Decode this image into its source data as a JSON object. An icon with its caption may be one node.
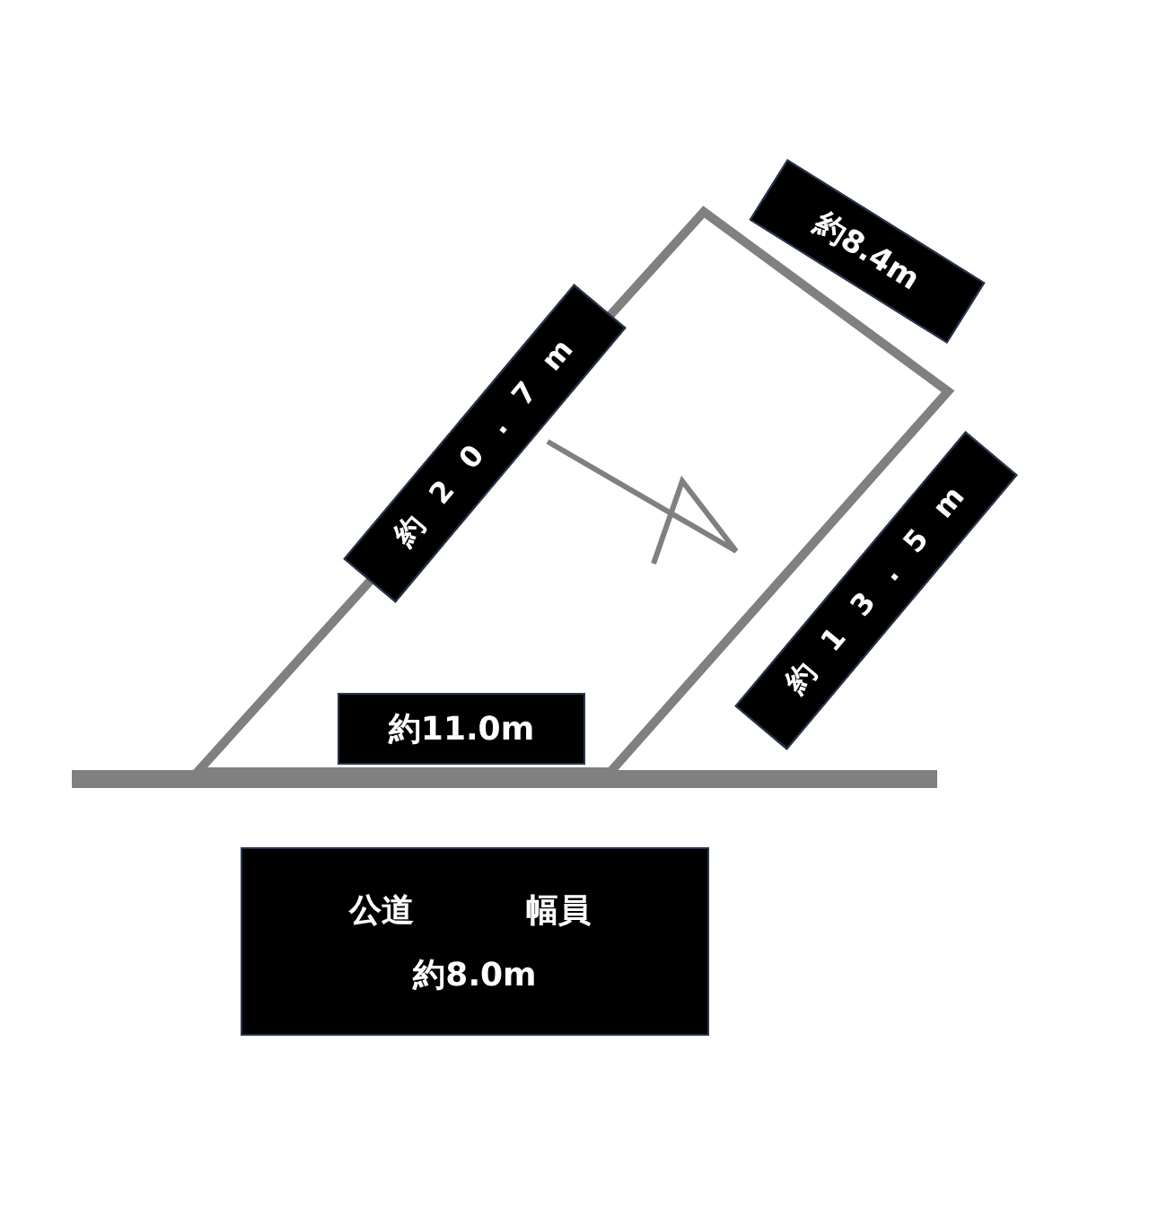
{
  "diagram": {
    "nodes": [
      {
        "text": [
          "約8.4m"
        ]
      },
      {
        "text": [
          "約20.7m"
        ]
      },
      {
        "text": [
          "約13.5m"
        ]
      },
      {
        "text": [
          "約11.0m"
        ]
      },
      {
        "text": [
          "公道",
          "幅員",
          "約8.0m"
        ]
      }
    ]
  }
}
